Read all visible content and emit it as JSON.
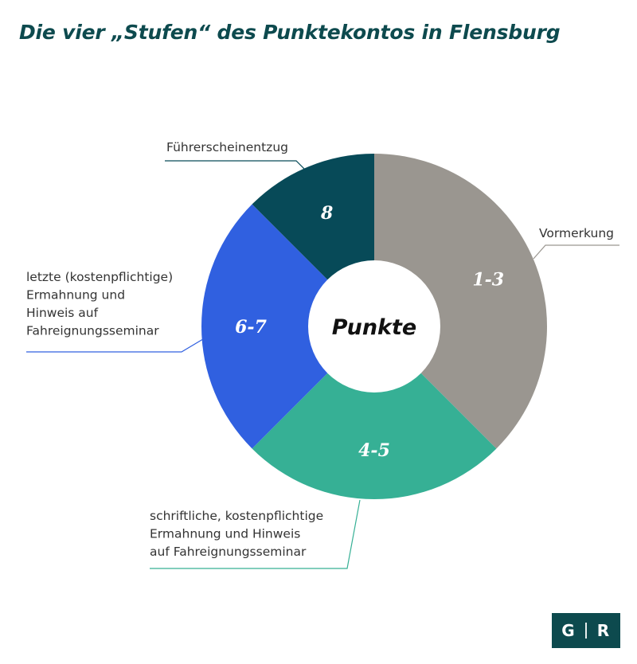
{
  "chart_data": {
    "type": "pie",
    "title": "Die vier „Stufen“ des Punktekontos in Flensburg",
    "center_label": "Punkte",
    "slices": [
      {
        "label": "1-3",
        "value": 3,
        "annotation": [
          "Vormerkung"
        ]
      },
      {
        "label": "4-5",
        "value": 2,
        "annotation": [
          "schriftliche, kostenpflichtige",
          "Ermahnung und Hinweis",
          "auf Fahreignungsseminar"
        ]
      },
      {
        "label": "6-7",
        "value": 2,
        "annotation": [
          "letzte (kostenpflichtige)",
          "Ermahnung und",
          "Hinweis auf",
          "Fahreignungsseminar"
        ]
      },
      {
        "label": "8",
        "value": 1,
        "annotation": [
          "Führerscheinentzug"
        ]
      }
    ]
  },
  "colors": {
    "title": "#0d4a4e",
    "slice_1_3": "#9a9690",
    "slice_4_5": "#36b095",
    "slice_6_7": "#3060e0",
    "slice_8": "#074a58",
    "logo_bg": "#0d4a4e"
  },
  "logo": {
    "left_letter": "G",
    "right_letter": "R"
  }
}
